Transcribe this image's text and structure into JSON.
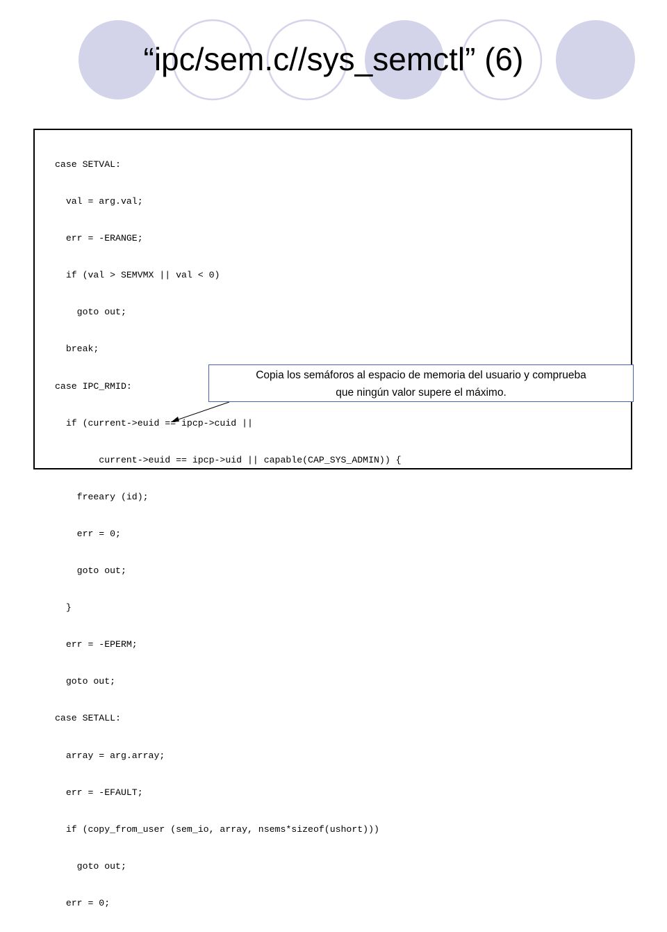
{
  "slide": {
    "title": "“ipc/sem.c//sys_semctl” (6)"
  },
  "theme": {
    "circle_fill": "#d3d3ea",
    "circle_stroke": "#ffffff",
    "annotation_border": "#4a5fb0"
  },
  "code": {
    "lines": [
      "case SETVAL:",
      "  val = arg.val;",
      "  err = -ERANGE;",
      "  if (val > SEMVMX || val < 0)",
      "    goto out;",
      "  break;",
      "case IPC_RMID:",
      "  if (current->euid == ipcp->cuid ||",
      "        current->euid == ipcp->uid || capable(CAP_SYS_ADMIN)) {",
      "    freeary (id);",
      "    err = 0;",
      "    goto out;",
      "  }",
      "  err = -EPERM;",
      "  goto out;",
      "case SETALL:",
      "  array = arg.array;",
      "  err = -EFAULT;",
      "  if (copy_from_user (sem_io, array, nsems*sizeof(ushort)))",
      "    goto out;",
      "  err = 0;"
    ]
  },
  "annotation": {
    "line1": "Copia los semáforos al espacio de memoria del usuario y comprueba",
    "line2": "que ningún valor supere el máximo."
  }
}
